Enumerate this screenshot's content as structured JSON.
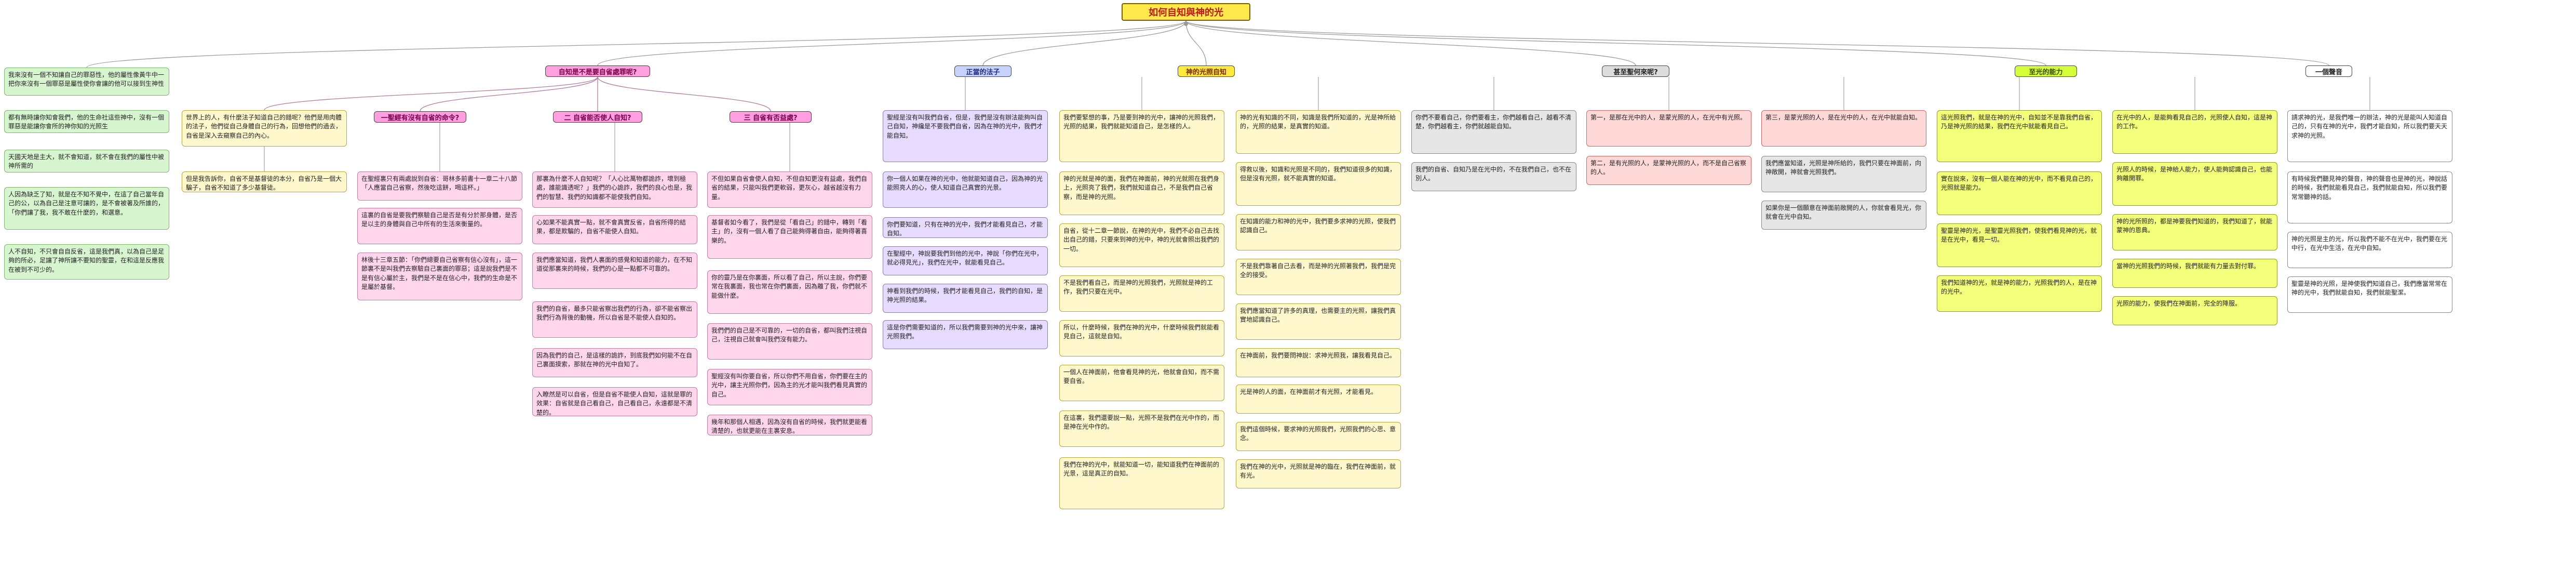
{
  "root": {
    "title": "如何自知與神的光"
  },
  "branches": {
    "b1": {
      "title": "自知是不是要自省處罪呢?"
    },
    "b1a": {
      "title": "一聖經有沒有自省的命令?"
    },
    "b1b": {
      "title": "二 自省能否使人自知?"
    },
    "b1c": {
      "title": "三 自省有否益處?"
    },
    "b2": {
      "title": "正當的法子"
    },
    "b3": {
      "title": "神的光照自知"
    },
    "b4": {
      "title": "甚至聖何來呢?"
    },
    "b5": {
      "title": "至光的能力"
    },
    "b6": {
      "title": "一個聲音"
    }
  },
  "nodes": {
    "g1": "我來沒有一個不知讓自己的罪惡性，他的屬性像黃牛中一把你來沒有一個罪惡是屬性使你會讓的他可以接到生神性",
    "g2": "都有無時讓你知會我們，他的生命社這些神中，沒有一個罪惡是能讓你會所的神你知的光照生",
    "g3": "天國天地是主大，就不會知道，就不會在我們的屬性中被神所需的",
    "g4": "人因為缺乏了知，就是在不知不覺中，在這了自己當年自己的公，以為自己是注意可讓的，是不會被著及所誰的，「你們讓了我，我不敢在什麼的，和選意。",
    "g5": "人不自知，不只會自自反省，這是我們真，以為自己是足夠的所必，足讓了神所讓不要知的聖靈，在和這是反應我在被到不可少的。",
    "y1": "世界上的人，有什麼法子知道自己的錯呢？他們是用肉體的法子，他們從自己身體自己的行為，回想他們的過去，自省是深入去窺察自己的內心。",
    "y2": "但是我告訴你，自省不是基督徒的本分，自省乃是一個大騙子，自省不知道了多少基督徒。",
    "p1": "在聖經裏只有兩處說到自省：哥林多前書十一章二十八節「人應當自己省察，然後吃這餅，喝這杯。」",
    "p2": "這裏的自省是要我們察驗自己是否是有分於那身體，是否是以主的身體與自己中所有的生活來衡量的。",
    "p3": "林後十三章五節：「你們總要自己省察有信心沒有」，這一節裏不是叫我們去察驗自己裏面的罪惡；這是說我們是不是有信心屬於主，我們是不是在信心中，我們的生命是不是屬於基督。",
    "b1": "那裏為什麼不人自知呢？「人心比萬物都詭詐，壞到極處，誰能識透呢？」我們的心詭詐，我們的良心也是，我們的智慧、我們的知識都不能使我們自知。",
    "b2": "心如果不能真實一點，就不會真實反省，自省所得的結果，都是欺騙的，自省不能使人自知。",
    "b3": "我們應當知道，我們人裏面的感覺和知道的能力，在不知道從那裏來的時候，我們的心是一點都不可靠的。",
    "b4": "我們的自省，最多只能省察出我們的行為，卻不能省察出我們行為背後的動機，所以自省是不能使人自知的。",
    "b5": "因為我們的自己，是這樣的詭詐，到底我們如何能不在自己裏面摸索，那就在神的光中自知了。",
    "b6": "入瞭然是可以自省，但是自省不能使人自知，這就是罪的效果：自省就是自己看自己，自己看自己，永遠都是不清楚的。",
    "c1": "不但如果自省會使人自知，不但自知更沒有益處，我們自省的結果，只能叫我們更軟弱，更灰心，越省越沒有力量。",
    "c2": "基督者如今看了，我們是從「看自己」的錯中，轉到「看主」的，沒有一個人看了自己能夠得著自由，能夠得著喜樂的。",
    "c3": "你的靈乃是在你裏面，所以看了自己，所以主說，你們要常在我裏面，我也常在你們裏面，因為離了我，你們就不能做什麼。",
    "c4": "我們們的自己是不可靠的，一切的自省，都叫我們注視自己，注視自己就會叫我們沒有能力。",
    "c5": "聖經沒有叫你要自省，所以你們不用自省，你們要在主的光中，讓主光照你們，因為主的光才能叫我們看見真實的自己。",
    "c6": "幾年和那個人相遇，因為沒有自省的時候，我們就更能看清楚的，也就更能在主裏安息。",
    "v1": "聖經是沒有叫我們自省，但是，我們是沒有辦法能夠叫自己自知，神纔是不要我們自省，因為在神的光中，我們才能自知。",
    "v2": "你一個人如果在神的光中，他就能知道自己，因為神的光能照亮人的心，使人知道自己真實的光景。",
    "v3": "你們要知道，只有在神的光中，我們才能看見自己，才能自知。",
    "v4": "在聖經中，神說要我們到他的光中，神說「你們在光中，就必得見光」，我們在光中，就能看見自己。",
    "v5": "神看到我們的時候，我們才能看見自己，我們的自知，是神光照的結果。",
    "v6": "這是你們需要知道的，所以我們需要到神的光中來，讓神光照我們。",
    "y3": "我們要緊想的事，乃是要到神的光中，讓神的光照我們，光照的結果，我們就能知道自己，是怎樣的人。",
    "y4": "神的光就是神的面，我們在神面前，神的光就照在我們身上，光照亮了我們，我們就知道自己，不是我們自己省察，而是神的光照。",
    "y5": "自省，從十二章一節說，在神的光中，我們不必自己去找出自己的錯，只要來到神的光中，神的光就會照出我們的一切。",
    "y6": "不是我們看自己，而是神的光照我們，光照就是神的工作，我們只要在光中。",
    "y7": "所以，什麼時候，我們在神的光中，什麼時候我們就能看見自己，這就是自知。",
    "y8": "一個人在神面前，他會看見神的光，他就會自知，而不需要自省。",
    "y9": "在這裏，我們還要說一點，光照不是我們在光中作的，而是神在光中作的。",
    "y10": "我們在神的光中，就能知道一切，能知道我們在神面前的光景，這是真正的自知。",
    "y11": "神的光有知識的不同，知識是我們所知道的，光是神所給的，光照的結果，是真實的知道。",
    "y12": "得救以後，知識和光照是不同的，我們知道很多的知識，但是沒有光照，就不能真實的知道。",
    "y13": "在知識的能力和神的光中，我們要多求神的光照，使我們認識自己。",
    "y14": "不是我們靠著自己去看，而是神的光照著我們，我們是完全的接受。",
    "y15": "我們應當知道了許多的真理，也需要主的光照，讓我們真實地認識自己。",
    "y16": "在神面前，我們要問神說：求神光照我，讓我看見自己。",
    "y17": "光是神的人的面，在神面前才有光照，才能看見。",
    "y18": "我們這個時候，要求神的光照我們，光照我們的心思、意念。",
    "y19": "我們在神的光中，光照就是神的臨在，我們在神面前，就有光。",
    "gr1": "你們不要看自己，你們要看主，你們越看自己，越看不清楚，你們越看主，你們就越能自知。",
    "gr2": "我們的自省、自知乃是在光中的，不在我們自己，也不在別人。",
    "r1": "第一，是那在光中的人，是蒙光照的人，在光中有光照。",
    "r2": "第二，是有光照的人，是蒙神光照的人，而不是自己省察的人。",
    "r3": "第三，是蒙光照的人，是在光中的人，在光中就能自知。",
    "gr3": "我們應當知道，光照是神所給的，我們只要在神面前，向神敞開，神就會光照我們。",
    "gr4": "如果你是一個願意在神面前敞開的人，你就會看見光，你就會在光中自知。",
    "l1": "這光照我們，就是在神的光中，自知並不是靠我們自省，乃是神光照的結果，我們在光中就能看見自己。",
    "l2": "實在說來，沒有一個人能在神的光中，而不看見自己的，光照就是能力。",
    "l3": "聖靈是神的光，是聖靈光照我們，使我們看見神的光，就是在光中，看見一切。",
    "l4": "我們知道神的光，就是神的能力，光照我們的人，是在神的光中。",
    "l5": "在光中的人，是能夠看見自己的，光照使人自知，這是神的工作。",
    "l6": "光照人的時候，是神給人能力，使人能夠認識自己，也能夠離開罪。",
    "l7": "神的光所照的，都是神要我們知道的，我們知道了，就能蒙神的恩典。",
    "l8": "當神的光照我們的時候，我們就能有力量去對付罪。",
    "l9": "光照的能力，使我們在神面前，完全的降服。",
    "w1": "請求神的光，是我們唯一的辦法，神的光是能叫人知道自己的，只有在神的光中，我們才能自知，所以我們要天天求神的光照。",
    "w2": "有時候我們聽見神的聲音，神的聲音也是神的光，神說話的時候，我們就能看見自己，我們就能自知，所以我們要常常聽神的話。",
    "w3": "神的光照是主的光，所以我們不能不在光中，我們要在光中行，在光中生活，在光中自知。",
    "w4": "聖靈是神的光照，是神使我們知道自己，我們應當常常在神的光中，我們就能自知，我們就能聖潔。"
  }
}
